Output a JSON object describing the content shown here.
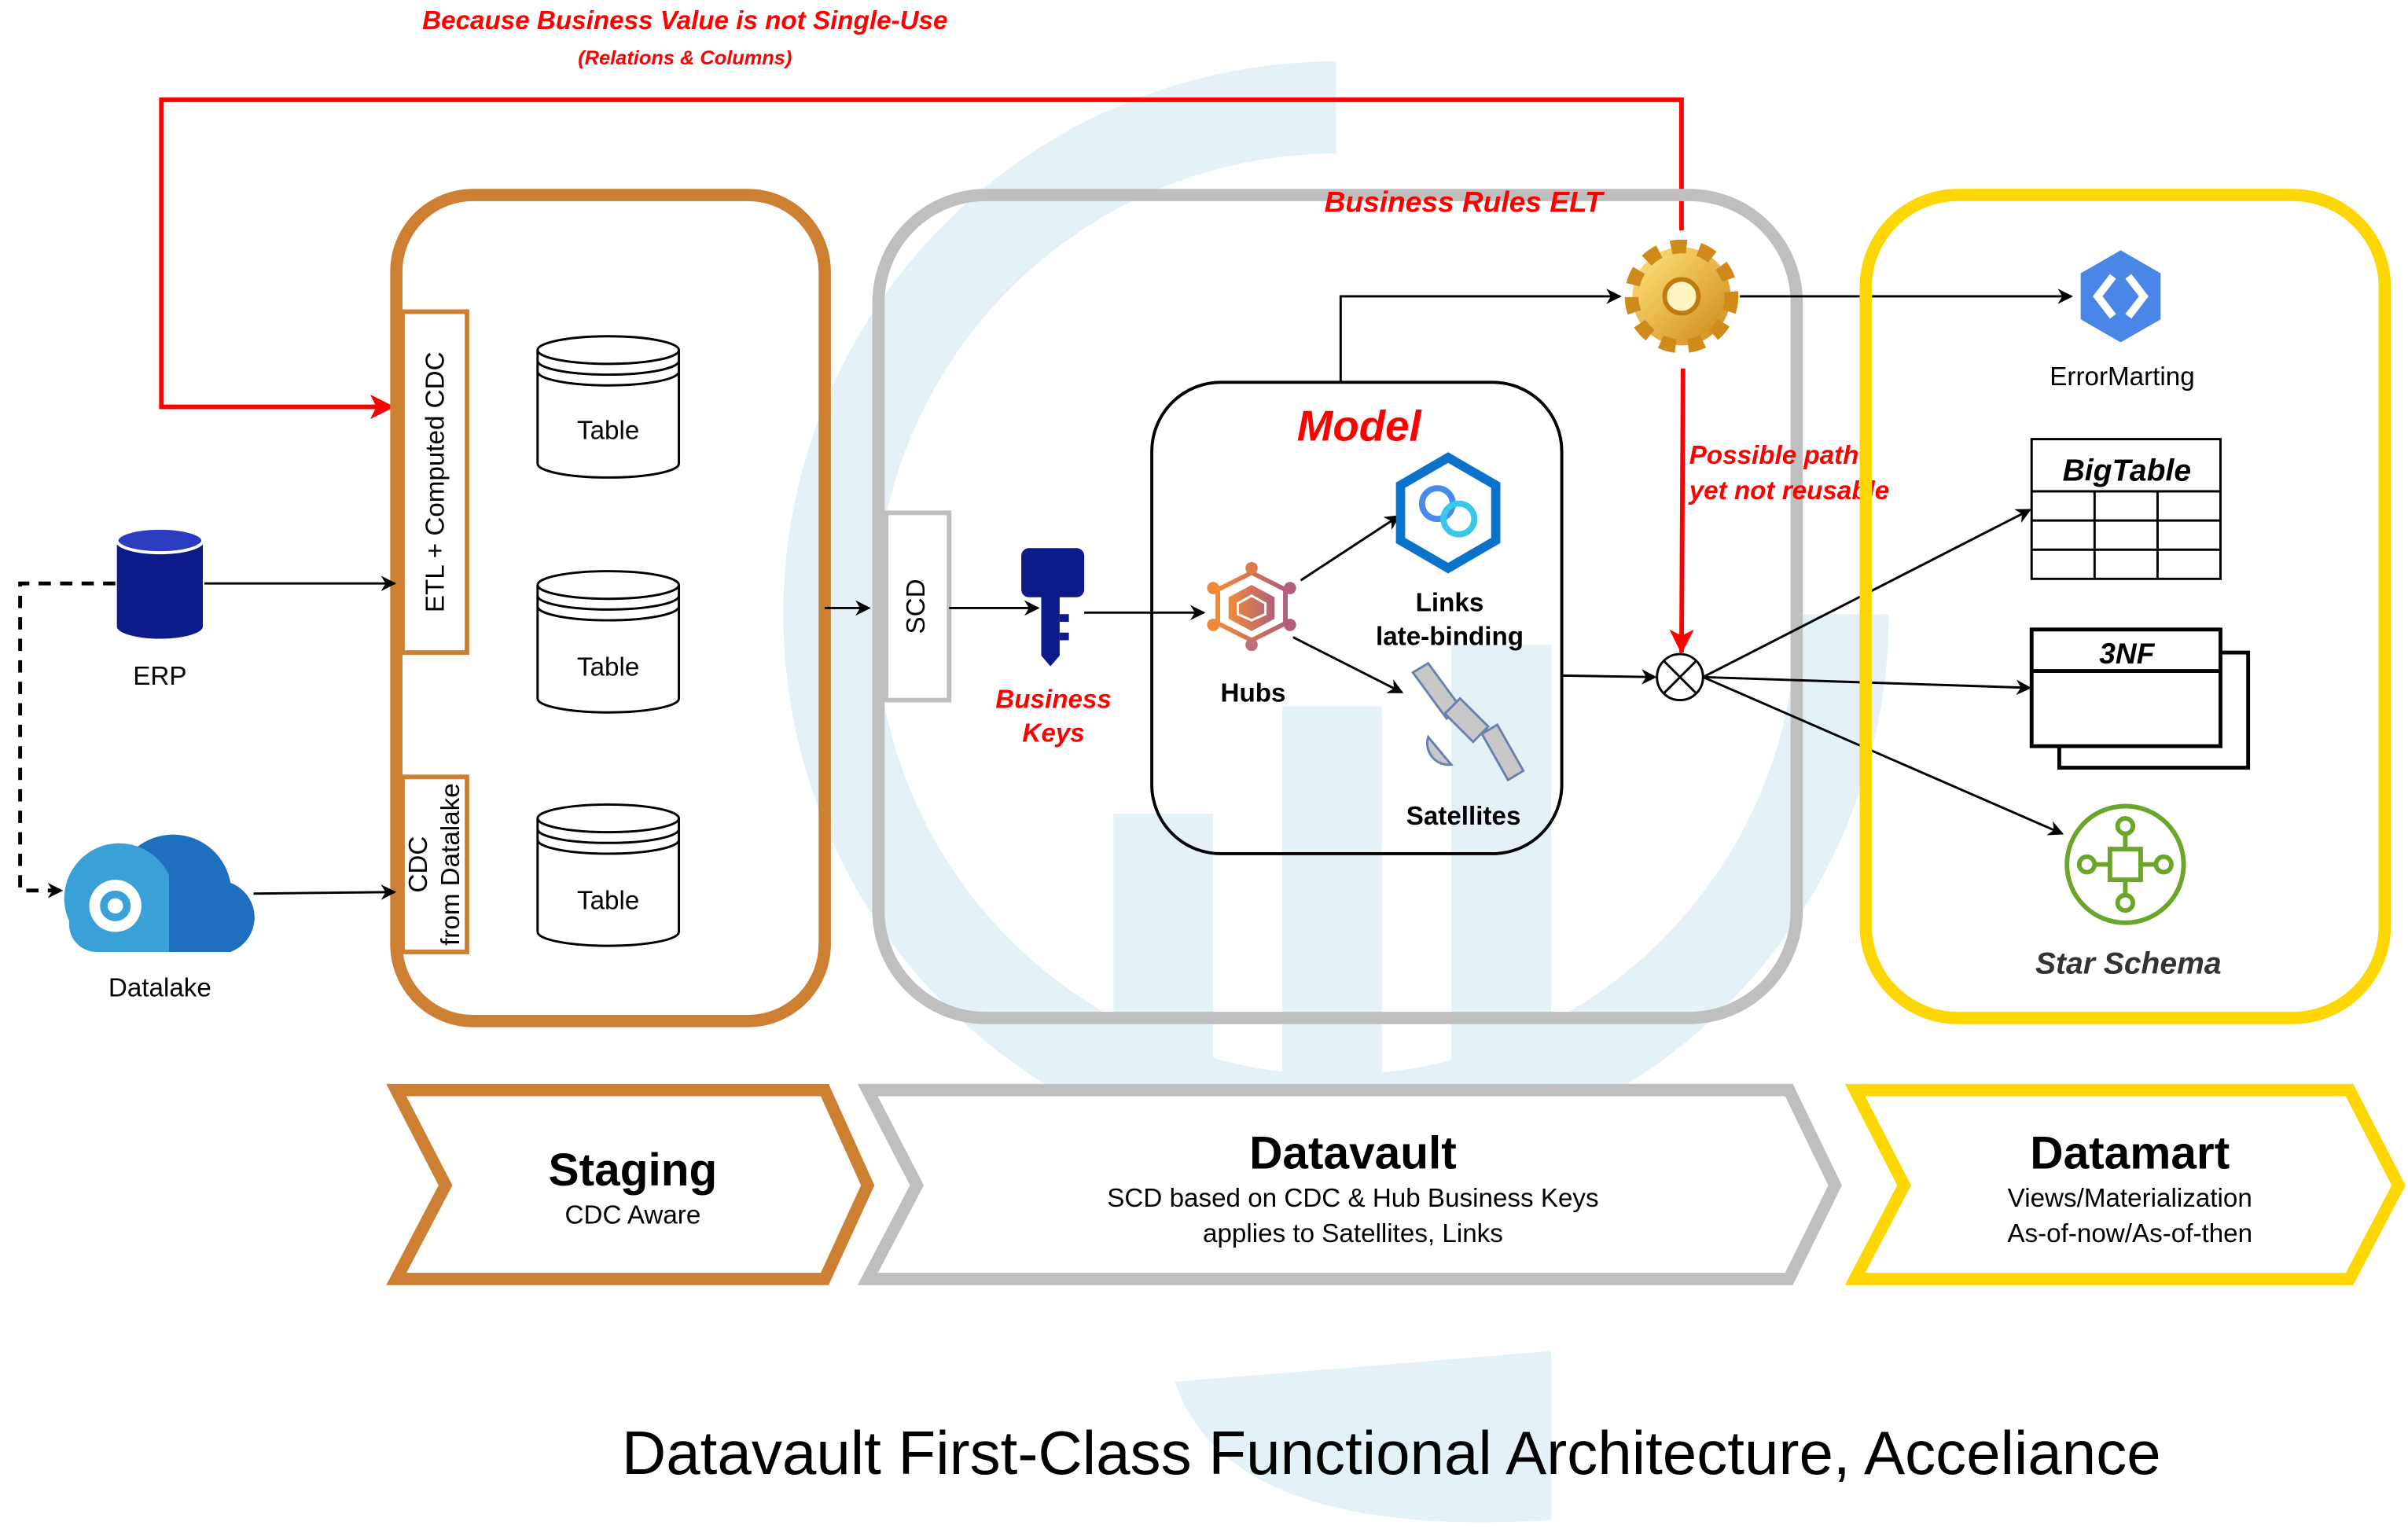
{
  "header": {
    "note_title": "Because Business Value is not Single-Use",
    "note_sub": "(Relations & Columns)"
  },
  "staging": {
    "etl_label": "ETL + Computed CDC",
    "cdc_label_1": "CDC",
    "cdc_label_2": "from Datalake",
    "tables": [
      "Table",
      "Table",
      "Table"
    ]
  },
  "sources": {
    "erp": "ERP",
    "datalake": "Datalake"
  },
  "datavault": {
    "scd": "SCD",
    "business_keys_1": "Business",
    "business_keys_2": "Keys",
    "model": "Model",
    "hubs": "Hubs",
    "links_1": "Links",
    "links_2": "late-binding",
    "satellites": "Satellites",
    "rules": "Business Rules ELT",
    "possible_1": "Possible path",
    "possible_2": "yet not reusable"
  },
  "datamart": {
    "error": "ErrorMarting",
    "bigtable": "BigTable",
    "nf": "3NF",
    "star": "Star Schema"
  },
  "phases": [
    {
      "title": "Staging",
      "lines": [
        "CDC Aware"
      ]
    },
    {
      "title": "Datavault",
      "lines": [
        "SCD based on CDC & Hub Business Keys",
        "applies to Satellites, Links"
      ]
    },
    {
      "title": "Datamart",
      "lines": [
        "Views/Materialization",
        "As-of-now/As-of-then"
      ]
    }
  ],
  "caption": "Datavault First-Class Functional Architecture, Acceliance",
  "colors": {
    "staging": "#cd7f32",
    "datavault": "#bfbfbf",
    "datamart": "#ffd700",
    "accent": "#ff0000",
    "watermark": "#e4f2f8"
  }
}
